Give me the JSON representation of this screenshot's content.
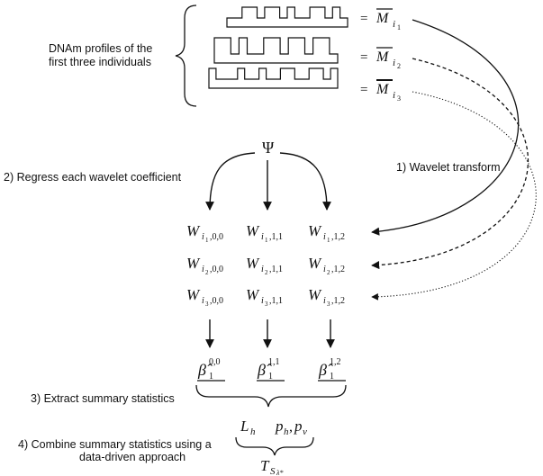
{
  "labels": {
    "profiles_line1": "DNAm profiles of the",
    "profiles_line2": "first three individuals",
    "step1": "1) Wavelet transform",
    "step2": "2) Regress each wavelet coefficient",
    "step3": "3) Extract summary statistics",
    "step4_line1": "4) Combine summary statistics using a",
    "step4_line2": "data-driven approach"
  },
  "math": {
    "eq": "=",
    "mean_symbol": "M",
    "individuals": [
      "i1",
      "i2",
      "i3"
    ],
    "psi": "Ψ",
    "w_symbol": "W",
    "coef_suffixes": [
      ",0,0",
      ",1,1",
      ",1,2"
    ],
    "beta_symbol": "β̂",
    "beta_sub": "1",
    "beta_sups": [
      "0,0",
      "1,1",
      "1,2"
    ],
    "L_h": "L",
    "L_h_sub": "h",
    "p_h": "p",
    "p_h_sub": "h",
    "comma": ",",
    "p_v": "p",
    "p_v_sub": "v",
    "T": "T",
    "T_sub": "S",
    "T_subsub": "λ*"
  },
  "profiles": [
    [
      0,
      0,
      1,
      1,
      0,
      1,
      1,
      0,
      1,
      0,
      0,
      1,
      1,
      0,
      1,
      0
    ],
    [
      1,
      1,
      0,
      1,
      0,
      0,
      1,
      1,
      0,
      1,
      1,
      0,
      1,
      1,
      0
    ],
    [
      1,
      0,
      0,
      0,
      1,
      0,
      0,
      1,
      0,
      0,
      1,
      1,
      0,
      0,
      1,
      1,
      0,
      1
    ]
  ]
}
